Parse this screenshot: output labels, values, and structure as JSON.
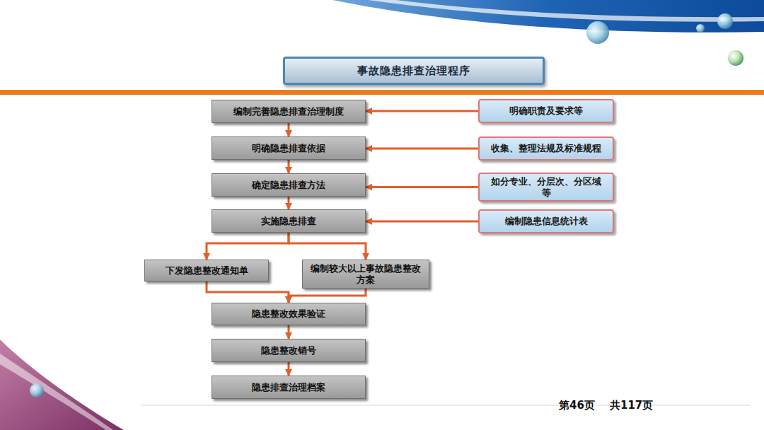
{
  "diagram": {
    "title": "事故隐患排查治理程序",
    "nodes": [
      {
        "text": [
          "编制完善隐患排查治理制度"
        ]
      },
      {
        "text": [
          "明确职责及要求等"
        ]
      },
      {
        "text": [
          "明确隐患排查依据"
        ]
      },
      {
        "text": [
          "收集、整理法规及标准规程"
        ]
      },
      {
        "text": [
          "确定隐患排查方法"
        ]
      },
      {
        "text": [
          "如分专业、分层次、分区域等"
        ]
      },
      {
        "text": [
          "实施隐患排查"
        ]
      },
      {
        "text": [
          "编制隐患信息统计表"
        ]
      },
      {
        "text": [
          "下发隐患整改通知单"
        ]
      },
      {
        "text": [
          "编制较大以上事故隐患整改方案"
        ]
      },
      {
        "text": [
          "隐患整改效果验证"
        ]
      },
      {
        "text": [
          "隐患整改销号"
        ]
      },
      {
        "text": [
          "隐患排查治理档案"
        ]
      }
    ],
    "edges": [
      {
        "from": 1,
        "to": 0,
        "arrow": "to"
      },
      {
        "from": 0,
        "to": 2,
        "arrow": "to"
      },
      {
        "from": 3,
        "to": 2,
        "arrow": "to"
      },
      {
        "from": 2,
        "to": 4,
        "arrow": "to"
      },
      {
        "from": 5,
        "to": 4,
        "arrow": "to"
      },
      {
        "from": 4,
        "to": 6,
        "arrow": "to"
      },
      {
        "from": 7,
        "to": 6,
        "arrow": "to"
      },
      {
        "from": 6,
        "to": 8,
        "arrow": "to"
      },
      {
        "from": 6,
        "to": 9,
        "arrow": "to"
      },
      {
        "from": 8,
        "to": 10,
        "arrow": "to"
      },
      {
        "from": 9,
        "to": 10,
        "arrow": "to"
      },
      {
        "from": 10,
        "to": 11,
        "arrow": "to"
      },
      {
        "from": 11,
        "to": 12,
        "arrow": "to"
      }
    ],
    "labels": [
      "第46页",
      "共117页"
    ]
  }
}
